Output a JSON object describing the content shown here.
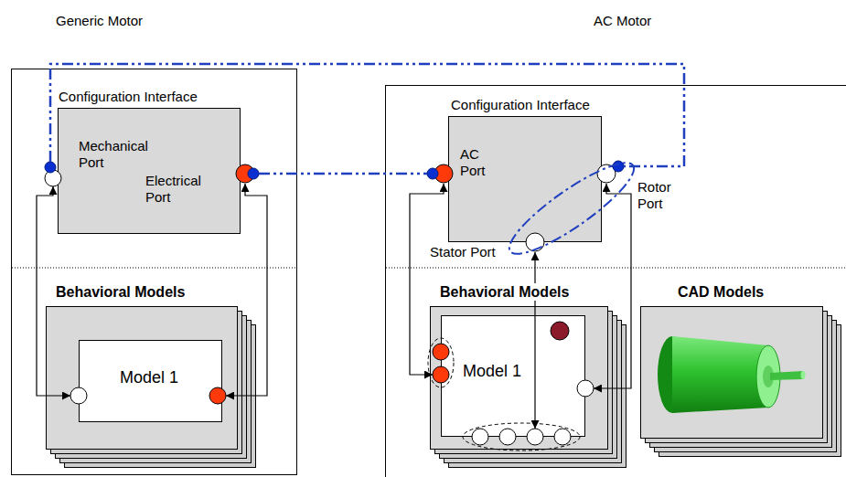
{
  "diagram": {
    "nodes": [
      {
        "text": [
          "Generic Motor"
        ]
      },
      {
        "text": [
          "Configuration Interface",
          "Mechanical Port",
          "Electrical Port"
        ],
        "in": 0
      },
      {
        "text": [
          "Behavioral Models"
        ],
        "in": 0
      },
      {
        "text": [
          "Model 1"
        ],
        "in": 2
      },
      {
        "text": [
          "AC Motor"
        ]
      },
      {
        "text": [
          "Configuration Interface",
          "AC Port"
        ],
        "in": 4
      },
      {
        "text": [
          "Behavioral Models"
        ],
        "in": 4
      },
      {
        "text": [
          "Model 1"
        ],
        "in": 6
      },
      {
        "text": [
          "CAD Models"
        ],
        "in": 4
      }
    ],
    "edges": [
      {
        "from": 1,
        "to": 5,
        "arrow": "none"
      },
      {
        "from": 1,
        "to": 5,
        "arrow": "none"
      },
      {
        "from": 1,
        "to": 3,
        "arrow": "both"
      },
      {
        "from": 1,
        "to": 3,
        "arrow": "both"
      },
      {
        "from": 5,
        "to": 7,
        "arrow": "both"
      },
      {
        "from": 5,
        "to": 7,
        "arrow": "both"
      },
      {
        "from": 5,
        "to": 7,
        "arrow": "both"
      }
    ],
    "labels": [
      "Stator Port",
      "Rotor Port"
    ]
  }
}
